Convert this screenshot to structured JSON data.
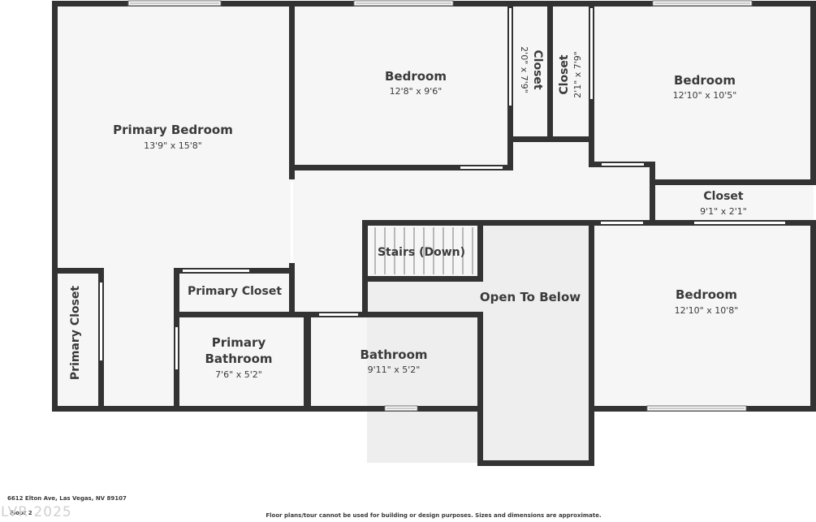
{
  "rooms": {
    "primary_bedroom": {
      "name": "Primary Bedroom",
      "dims": "13'9\" x 15'8\""
    },
    "bedroom_top": {
      "name": "Bedroom",
      "dims": "12'8\" x 9'6\""
    },
    "closet_a": {
      "name": "Closet",
      "dims": "2'0\" x 7'9\""
    },
    "closet_b": {
      "name": "Closet",
      "dims": "2'1\" x 7'9\""
    },
    "bedroom_right": {
      "name": "Bedroom",
      "dims": "12'10\" x 10'5\""
    },
    "closet_c": {
      "name": "Closet",
      "dims": "9'1\" x 2'1\""
    },
    "stairs": {
      "name": "Stairs (Down)"
    },
    "open_to_below": {
      "name": "Open To Below"
    },
    "bedroom_bottom": {
      "name": "Bedroom",
      "dims": "12'10\" x 10'8\""
    },
    "primary_closet_small": {
      "name": "Primary Closet"
    },
    "primary_closet_side": {
      "name": "Primary Closet"
    },
    "primary_bathroom": {
      "name_line1": "Primary",
      "name_line2": "Bathroom",
      "dims": "7'6\" x 5'2\""
    },
    "bathroom": {
      "name": "Bathroom",
      "dims": "9'11\" x 5'2\""
    }
  },
  "footer": {
    "address": "6612 Elton Ave, Las Vegas, NV 89107",
    "floor": "Floor 2",
    "disclaimer": "Floor plans/tour cannot be used for building or design purposes. Sizes and dimensions are approximate.",
    "watermark": "LVR 2025"
  },
  "colors": {
    "wall": "#333333",
    "floor": "#f6f6f6",
    "open_area": "#eeeeee",
    "text": "#3a3a3a"
  }
}
